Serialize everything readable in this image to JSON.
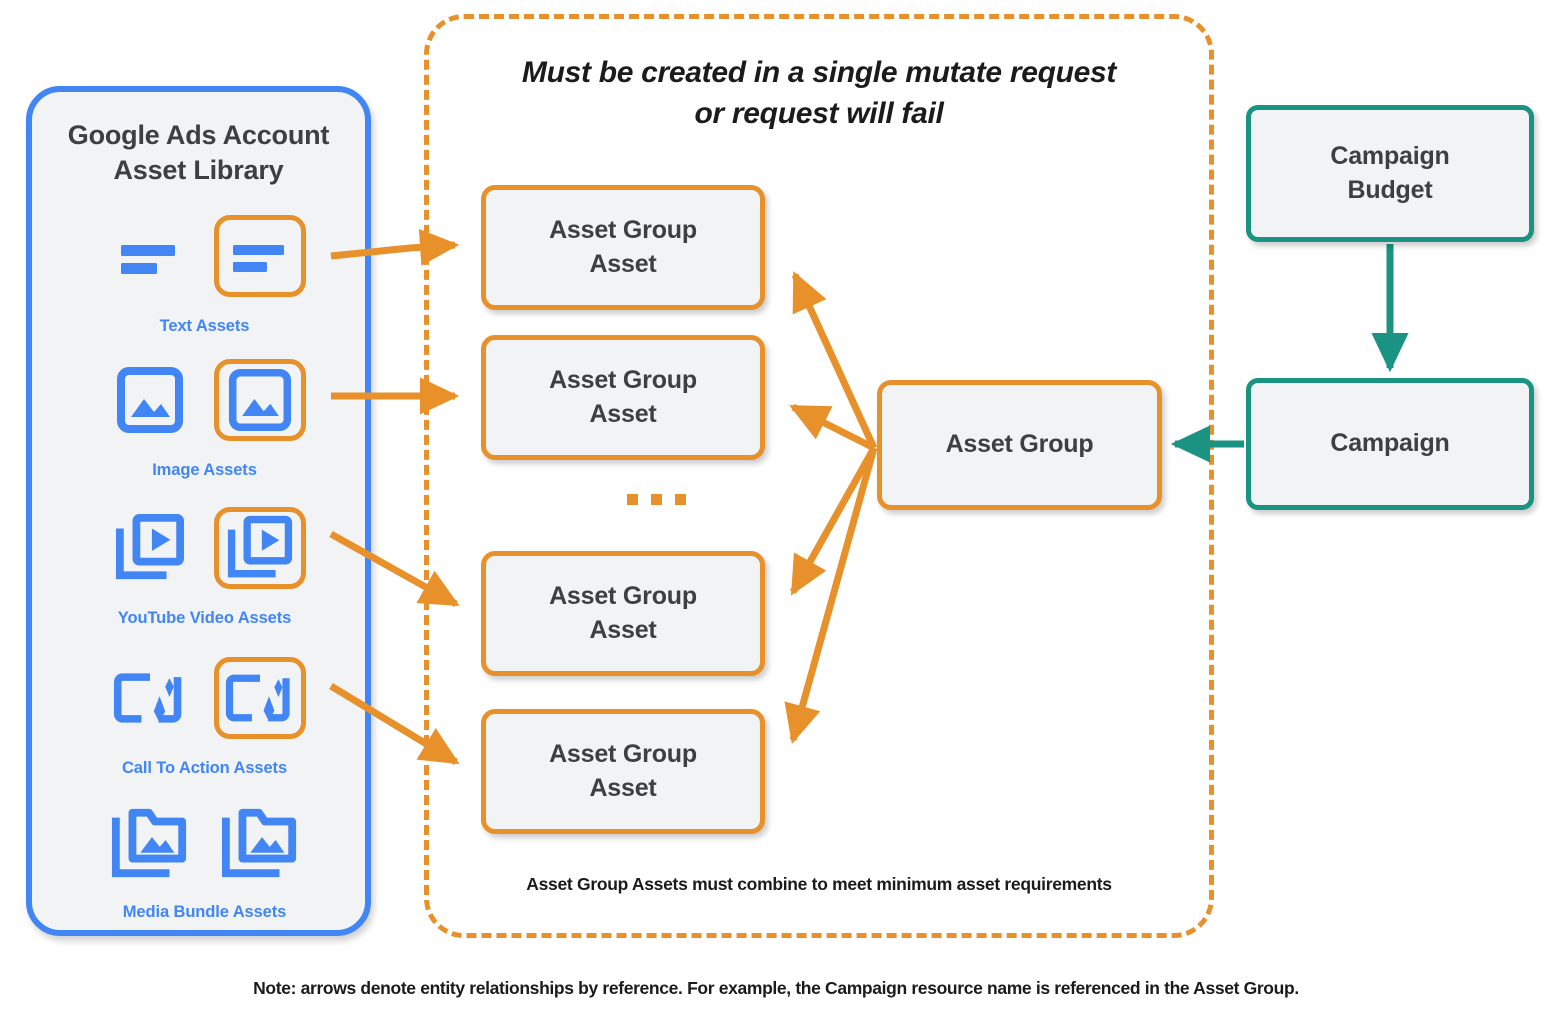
{
  "colors": {
    "orange": "#E8902A",
    "blue": "#4285F4",
    "teal": "#1A9383",
    "node_fill": "#f1f3f4",
    "text_dark": "#3c4043"
  },
  "asset_library": {
    "title": "Google Ads Account\nAsset Library",
    "title_line1": "Google Ads Account",
    "title_line2": "Asset Library",
    "rows": [
      {
        "icon": "text-asset-icon",
        "caption": "Text Assets"
      },
      {
        "icon": "image-asset-icon",
        "caption": "Image Assets"
      },
      {
        "icon": "youtube-video-asset-icon",
        "caption": "YouTube Video  Assets"
      },
      {
        "icon": "call-to-action-asset-icon",
        "caption": "Call To Action Assets"
      },
      {
        "icon": "media-bundle-asset-icon",
        "caption": "Media Bundle  Assets"
      }
    ]
  },
  "mutate_container": {
    "title_line1": "Must be created in a single mutate request",
    "title_line2": "or request will fail",
    "footnote": "Asset Group Assets must combine to meet minimum asset requirements",
    "ellipsis": "..."
  },
  "nodes": {
    "asset_group_assets": [
      {
        "line1": "Asset Group",
        "line2": "Asset"
      },
      {
        "line1": "Asset Group",
        "line2": "Asset"
      },
      {
        "line1": "Asset Group",
        "line2": "Asset"
      },
      {
        "line1": "Asset Group",
        "line2": "Asset"
      }
    ],
    "asset_group": "Asset Group",
    "campaign_budget_line1": "Campaign",
    "campaign_budget_line2": "Budget",
    "campaign": "Campaign"
  },
  "bottom_note": "Note: arrows denote entity relationships by reference. For example, the Campaign resource name is referenced in the Asset Group."
}
